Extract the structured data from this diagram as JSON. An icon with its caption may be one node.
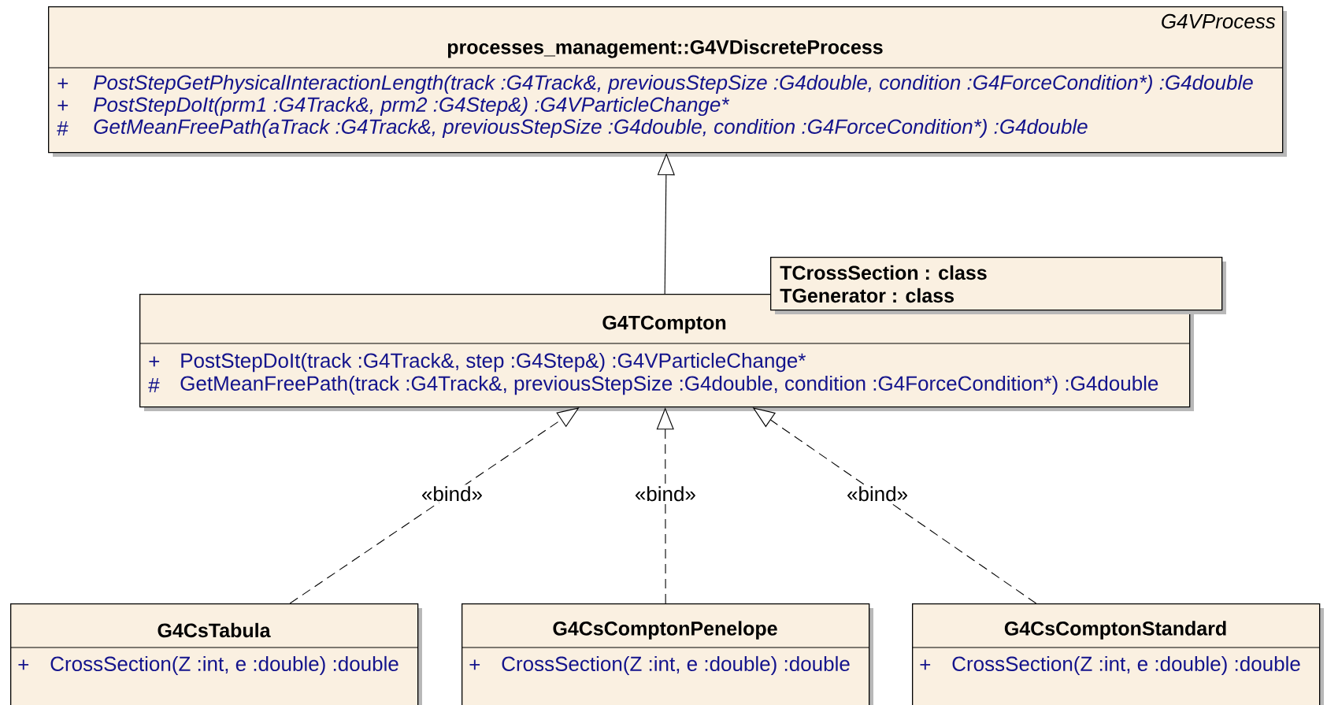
{
  "diagram": {
    "nodes": [
      {
        "text": [
          "G4VProcess",
          "processes_management::G4VDiscreteProcess",
          "+",
          "PostStepGetPhysicalInteractionLength(track :G4Track&, previousStepSize :G4double, condition :G4ForceCondition*)  :G4double",
          "+",
          "PostStepDoIt(prm1 :G4Track&, prm2 :G4Step&)  :G4VParticleChange*",
          "#",
          "GetMeanFreePath(aTrack :G4Track&, previousStepSize :G4double, condition :G4ForceCondition*)  :G4double"
        ]
      },
      {
        "text": [
          "G4TCompton",
          "+",
          "PostStepDoIt(track :G4Track&, step :G4Step&)  :G4VParticleChange*",
          "#",
          "GetMeanFreePath(track :G4Track&, previousStepSize :G4double, condition :G4ForceCondition*)  :G4double"
        ]
      },
      {
        "text": [
          "TCrossSection : class",
          "TGenerator : class"
        ]
      },
      {
        "text": [
          "G4CsTabula",
          "+",
          "CrossSection(Z :int, e :double)  :double"
        ]
      },
      {
        "text": [
          "G4CsComptonPenelope",
          "+",
          "CrossSection(Z :int, e :double)  :double"
        ]
      },
      {
        "text": [
          "G4CsComptonStandard",
          "+",
          "CrossSection(Z :int, e :double)  :double"
        ]
      }
    ],
    "edges": [
      {
        "from": 1,
        "to": 0,
        "arrow": "to"
      },
      {
        "from": 3,
        "to": 1,
        "arrow": "to",
        "label": "«bind»",
        "style": "dashed"
      },
      {
        "from": 4,
        "to": 1,
        "arrow": "to",
        "label": "«bind»",
        "style": "dashed"
      },
      {
        "from": 5,
        "to": 1,
        "arrow": "to",
        "label": "«bind»",
        "style": "dashed"
      }
    ]
  }
}
